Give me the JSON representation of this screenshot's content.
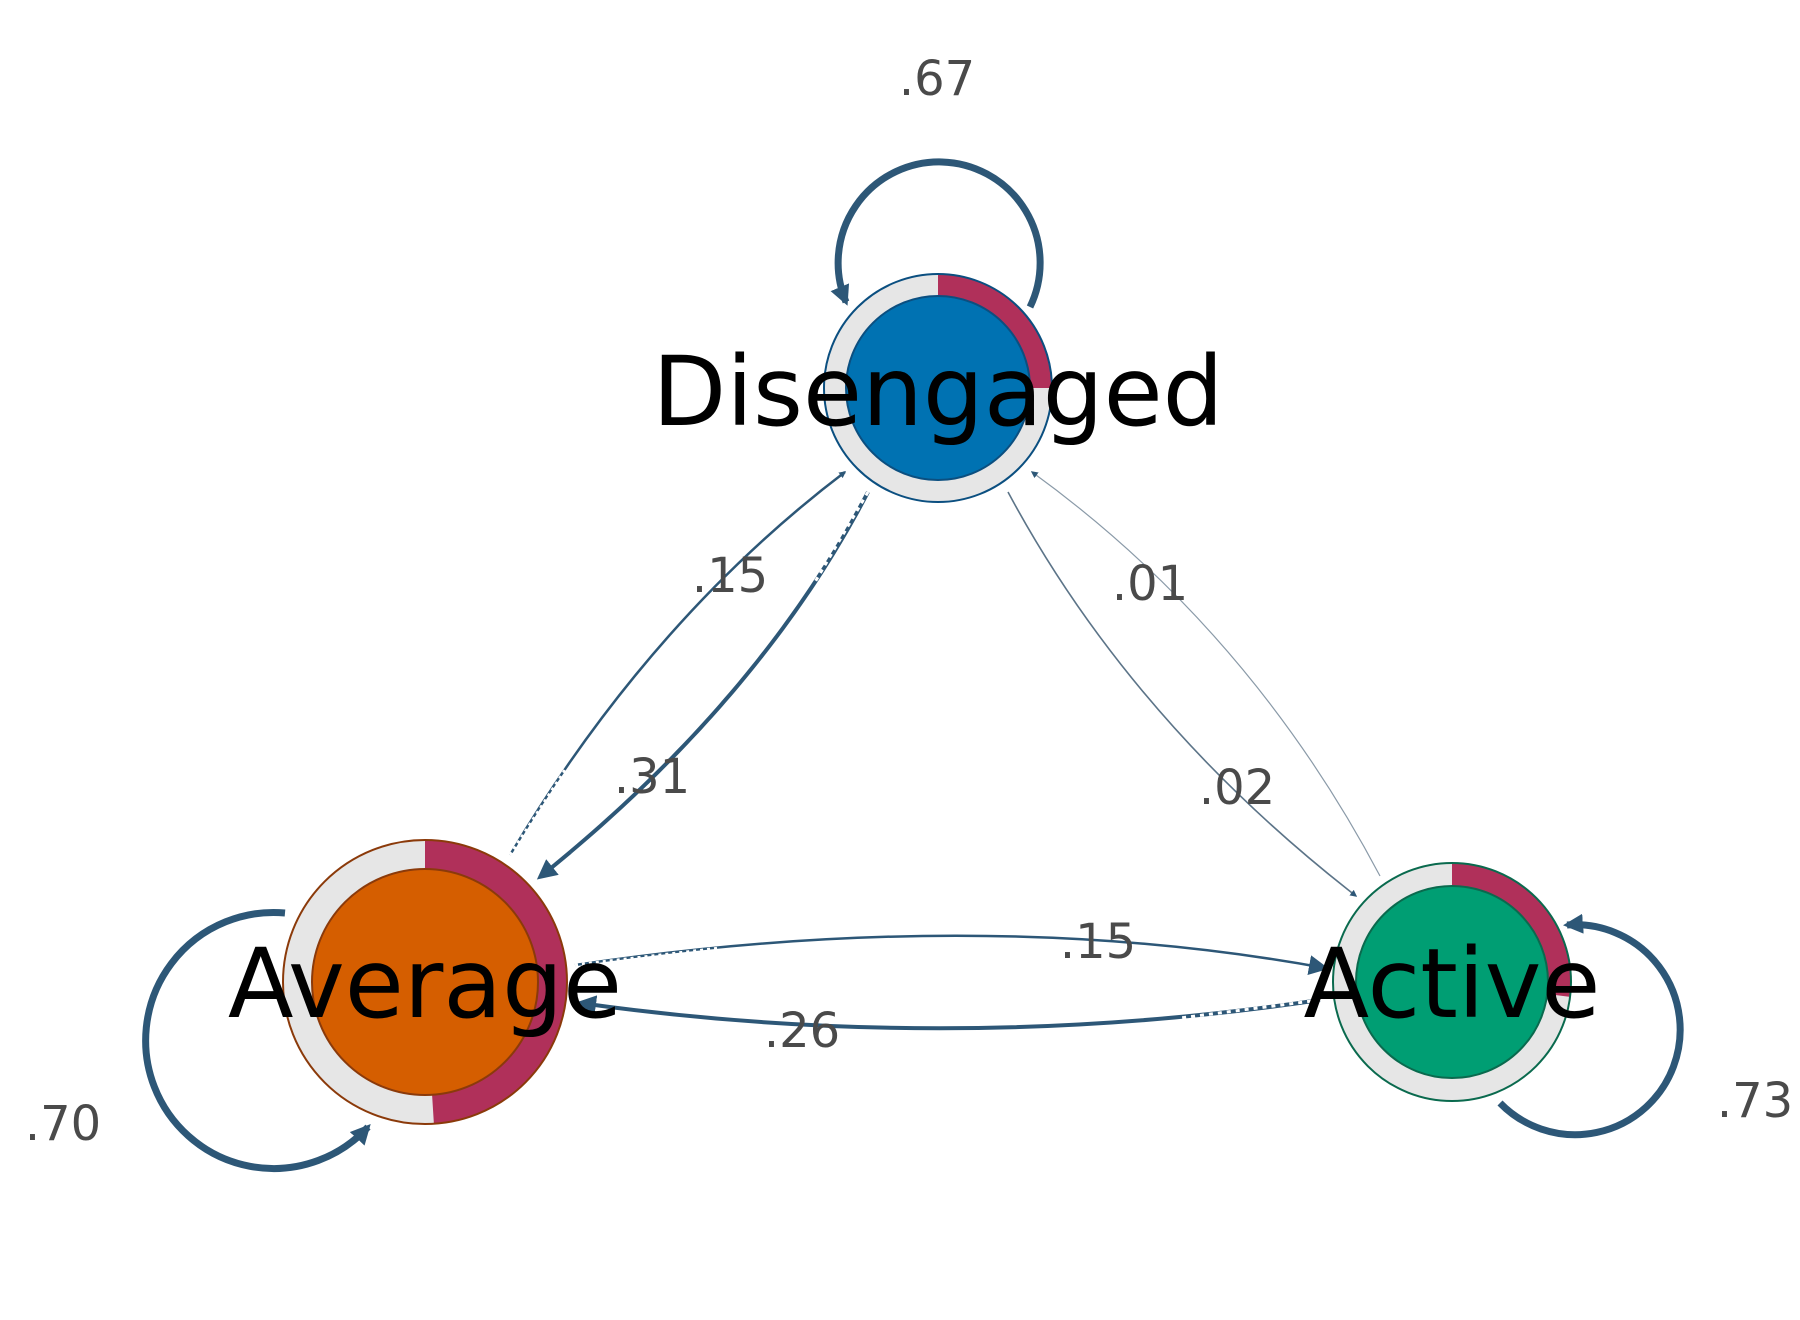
{
  "colors": {
    "edge": "#2d5777",
    "ring_bg": "#e6e6e6",
    "ring_accent": "#b0305a"
  },
  "nodes": [
    {
      "id": "disengaged",
      "label": "Disengaged",
      "fill": "#0072b2",
      "outline": "#0b4f80",
      "ring_fraction": 0.25
    },
    {
      "id": "average",
      "label": "Average",
      "fill": "#d55e00",
      "outline": "#8b3a0a",
      "ring_fraction": 0.49
    },
    {
      "id": "active",
      "label": "Active",
      "fill": "#009e73",
      "outline": "#0a6a4e",
      "ring_fraction": 0.27
    }
  ],
  "edges": [
    {
      "from": "disengaged",
      "to": "disengaged",
      "label": ".67",
      "weight": 0.67
    },
    {
      "from": "average",
      "to": "average",
      "label": ".70",
      "weight": 0.7
    },
    {
      "from": "active",
      "to": "active",
      "label": ".73",
      "weight": 0.73
    },
    {
      "from": "average",
      "to": "disengaged",
      "label": ".15",
      "weight": 0.15
    },
    {
      "from": "disengaged",
      "to": "average",
      "label": ".31",
      "weight": 0.31
    },
    {
      "from": "active",
      "to": "disengaged",
      "label": ".01",
      "weight": 0.01
    },
    {
      "from": "disengaged",
      "to": "active",
      "label": ".02",
      "weight": 0.02
    },
    {
      "from": "average",
      "to": "active",
      "label": ".15",
      "weight": 0.15
    },
    {
      "from": "active",
      "to": "average",
      "label": ".26",
      "weight": 0.26
    }
  ]
}
